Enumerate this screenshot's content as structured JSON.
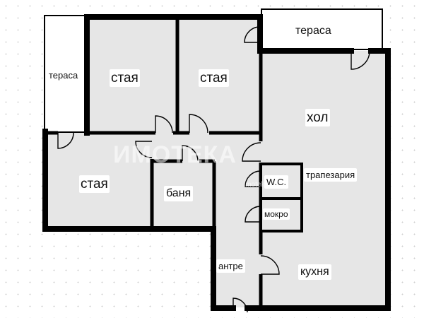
{
  "watermark": {
    "brand": "ИМОТЕКА",
    "url": "imoteka.bg"
  },
  "colors": {
    "wall": "#000000",
    "room_fill": "#e6e6e6",
    "terrace_fill": "#ffffff",
    "background": "#ffffff",
    "grid_dot": "#cfcfcf"
  },
  "rooms": {
    "terrace_left": "тераса",
    "room_top_left": "стая",
    "room_top_mid": "стая",
    "terrace_top": "тераса",
    "hall": "хол",
    "dining": "трапезария",
    "room_left": "стая",
    "bathroom": "баня",
    "wc": "W.C.",
    "wet_room": "мокро",
    "entrance": "антре",
    "kitchen": "кухня"
  }
}
